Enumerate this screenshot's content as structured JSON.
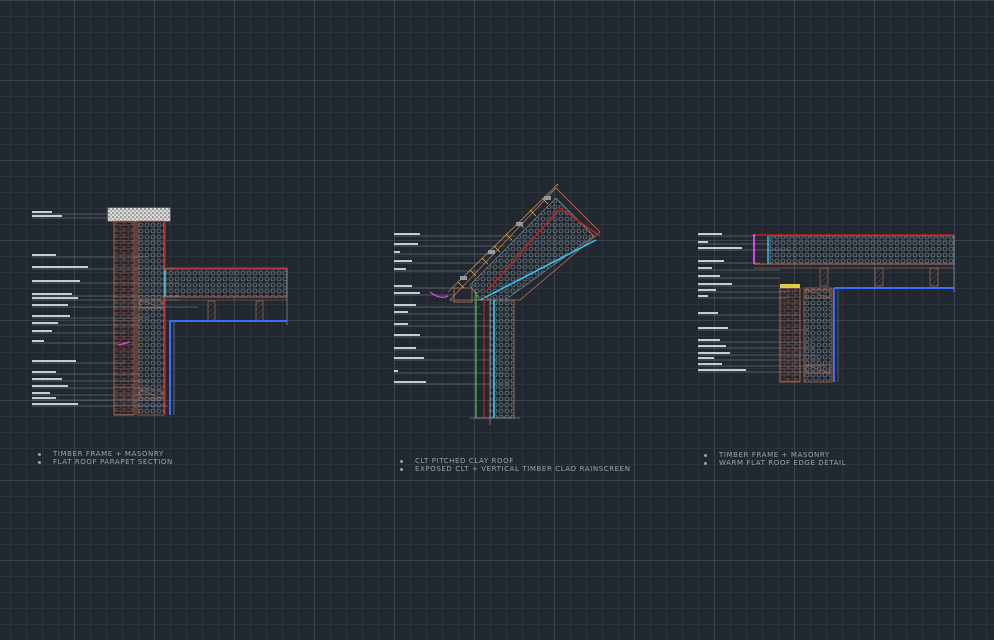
{
  "details": [
    {
      "id": "detail-1",
      "caption": [
        "TIMBER FRAME + MASONRY",
        "FLAT ROOF PARAPET SECTION"
      ]
    },
    {
      "id": "detail-2",
      "caption": [
        "CLT PITCHED CLAY ROOF",
        "EXPOSED CLT + VERTICAL TIMBER CLAD RAINSCREEN"
      ]
    },
    {
      "id": "detail-3",
      "caption": [
        "TIMBER FRAME + MASONRY",
        "WARM FLAT ROOF EDGE DETAIL"
      ]
    }
  ],
  "colors": {
    "background": "#212830",
    "grid": "#46525f",
    "brick": "#b0604a",
    "insulation": "#9aa3ad",
    "membrane_blue": "#3b6cff",
    "cyan": "#32c8f0",
    "red": "#c22020",
    "magenta": "#e040e0",
    "yellow": "#e0d040",
    "green": "#40d040",
    "annotation": "#c8ccd0"
  }
}
